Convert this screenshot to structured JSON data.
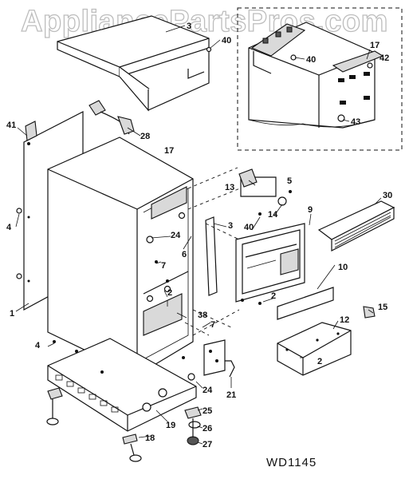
{
  "watermark": "AppliancePartsPros.com",
  "diagram_code": "WD1145",
  "callouts": [
    {
      "id": "c3",
      "text": "3"
    },
    {
      "id": "c40a",
      "text": "40"
    },
    {
      "id": "c17a",
      "text": "17"
    },
    {
      "id": "c42",
      "text": "42"
    },
    {
      "id": "c40b",
      "text": "40"
    },
    {
      "id": "c43",
      "text": "43"
    },
    {
      "id": "c41",
      "text": "41"
    },
    {
      "id": "c28",
      "text": "28"
    },
    {
      "id": "c17b",
      "text": "17"
    },
    {
      "id": "c13",
      "text": "13"
    },
    {
      "id": "c5",
      "text": "5"
    },
    {
      "id": "c30",
      "text": "30"
    },
    {
      "id": "c9",
      "text": "9"
    },
    {
      "id": "c14",
      "text": "14"
    },
    {
      "id": "c40c",
      "text": "40"
    },
    {
      "id": "c4a",
      "text": "4"
    },
    {
      "id": "c3b",
      "text": "3"
    },
    {
      "id": "c24a",
      "text": "24"
    },
    {
      "id": "c6",
      "text": "6"
    },
    {
      "id": "c7a",
      "text": "7"
    },
    {
      "id": "c10",
      "text": "10"
    },
    {
      "id": "c2a",
      "text": "2"
    },
    {
      "id": "c2b",
      "text": "2"
    },
    {
      "id": "c15",
      "text": "15"
    },
    {
      "id": "c1",
      "text": "1"
    },
    {
      "id": "c38",
      "text": "38"
    },
    {
      "id": "c7b",
      "text": "7"
    },
    {
      "id": "c12",
      "text": "12"
    },
    {
      "id": "c4b",
      "text": "4"
    },
    {
      "id": "c2c",
      "text": "2"
    },
    {
      "id": "c24b",
      "text": "24"
    },
    {
      "id": "c21",
      "text": "21"
    },
    {
      "id": "c25",
      "text": "25"
    },
    {
      "id": "c19",
      "text": "19"
    },
    {
      "id": "c26",
      "text": "26"
    },
    {
      "id": "c18",
      "text": "18"
    },
    {
      "id": "c27",
      "text": "27"
    }
  ]
}
